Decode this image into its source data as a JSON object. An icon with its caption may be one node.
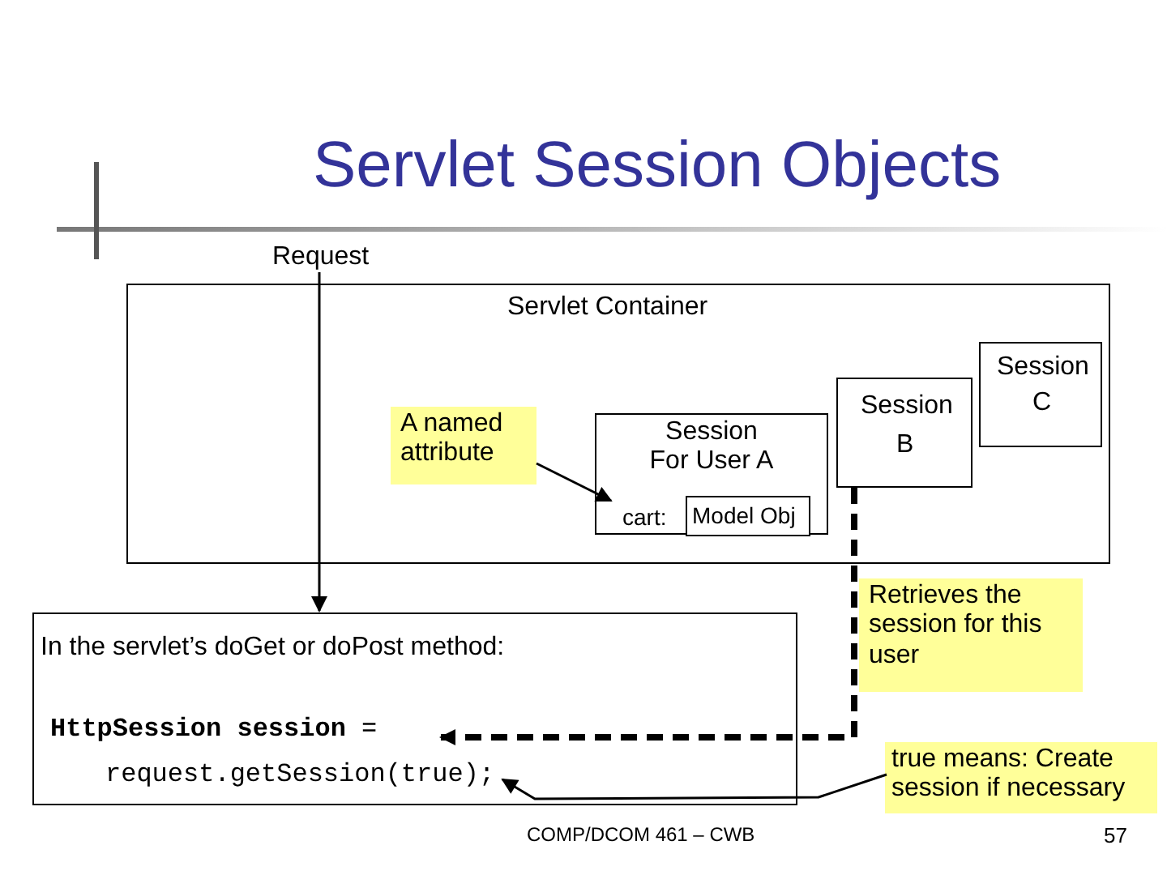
{
  "diagram": {
    "title": "Servlet Session Objects",
    "nodes": [
      {
        "text": [
          "Request"
        ]
      },
      {
        "text": [
          "Servlet Container"
        ]
      },
      {
        "text": [
          "A named attribute"
        ],
        "in": 1
      },
      {
        "text": [
          "Session",
          "C"
        ],
        "in": 1
      },
      {
        "text": [
          "Session",
          "B"
        ],
        "in": 1
      },
      {
        "text": [
          "Session For User A"
        ],
        "in": 1
      },
      {
        "text": [
          "Model Obj"
        ],
        "in": 5,
        "beside": [
          "cart:"
        ]
      },
      {
        "text": [
          "In the servlet’s doGet or doPost method:",
          "**HttpSession session** =",
          "request.getSession(true);"
        ]
      },
      {
        "text": [
          "Retrieves the session for this user"
        ]
      },
      {
        "text": [
          "true means: Create session if necessary"
        ]
      }
    ],
    "edges": [
      {
        "from": 0,
        "to": 7,
        "arrow": "to"
      },
      {
        "from": 2,
        "to": 6,
        "arrow": "to"
      },
      {
        "from": 4,
        "to": 7,
        "arrow": "to",
        "style": "dashed"
      },
      {
        "from": 9,
        "to": 7,
        "arrow": "to"
      }
    ],
    "labels": [
      "COMP/DCOM 461 – CWB",
      "57"
    ]
  }
}
